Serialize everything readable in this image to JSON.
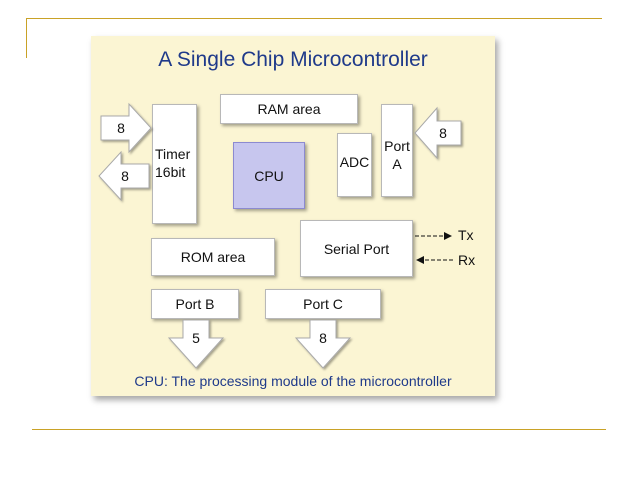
{
  "title": "A Single Chip Microcontroller",
  "caption": "CPU: The processing module of the microcontroller",
  "blocks": {
    "ram": "RAM area",
    "timer_line1": "Timer",
    "timer_line2": "16bit",
    "cpu": "CPU",
    "adc": "ADC",
    "port_a_line1": "Port",
    "port_a_line2": "A",
    "serial": "Serial Port",
    "rom": "ROM area",
    "port_b": "Port B",
    "port_c": "Port C"
  },
  "arrows": {
    "timer_in": "8",
    "timer_out": "8",
    "port_a_in": "8",
    "port_b_out": "5",
    "port_c_out": "8"
  },
  "signals": {
    "tx": "Tx",
    "rx": "Rx"
  },
  "colors": {
    "panel": "#fbf5d3",
    "title": "#1f3a8a",
    "cpu_fill": "#c7c6ee",
    "slide_rule": "#c9a227"
  }
}
